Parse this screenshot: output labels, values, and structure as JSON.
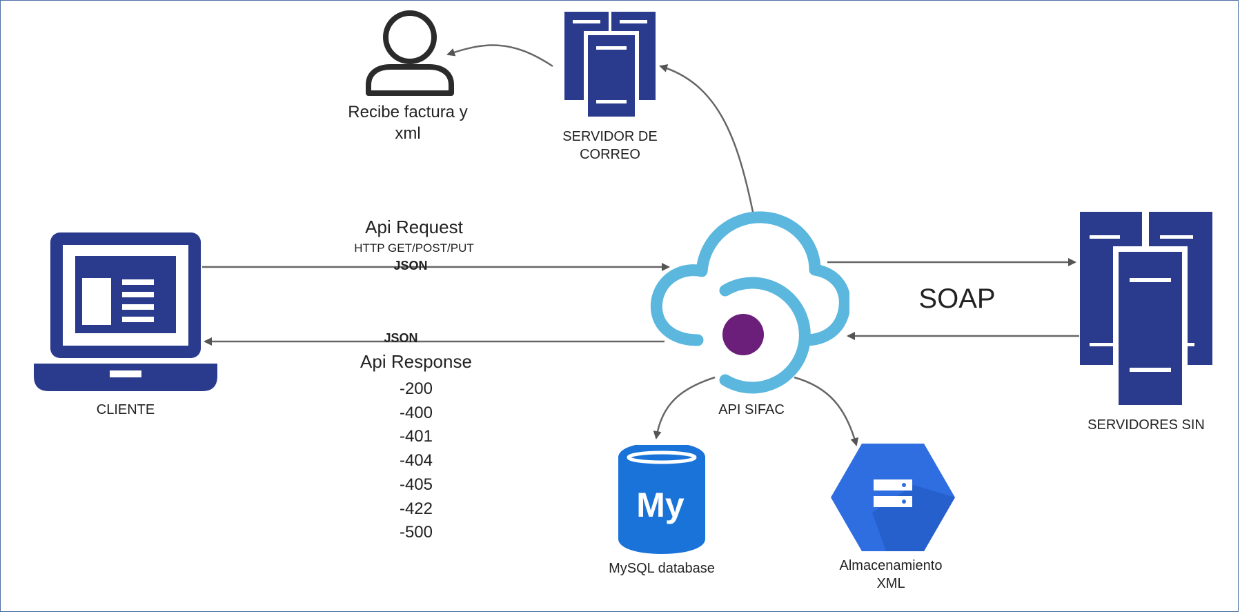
{
  "nodes": {
    "user": {
      "label_line1": "Recibe factura y",
      "label_line2": "xml",
      "icon": "user-icon"
    },
    "mail_server": {
      "label_line1": "SERVIDOR DE",
      "label_line2": "CORREO",
      "icon": "server-icon"
    },
    "client": {
      "label": "CLIENTE",
      "icon": "laptop-icon"
    },
    "api": {
      "label": "API SIFAC",
      "icon": "cloud-icon"
    },
    "sin_servers": {
      "label": "SERVIDORES SIN",
      "icon": "server-cluster-icon"
    },
    "mysql": {
      "label": "MySQL database",
      "icon": "mysql-icon",
      "logo_text": "My"
    },
    "xml_storage": {
      "label_line1": "Almacenamiento",
      "label_line2": "XML",
      "icon": "storage-icon"
    }
  },
  "edges": {
    "request": {
      "title": "Api Request",
      "methods": "HTTP GET/POST/PUT",
      "format": "JSON"
    },
    "response": {
      "format": "JSON",
      "title": "Api Response",
      "codes": [
        "-200",
        "-400",
        "-401",
        "-404",
        "-405",
        "-422",
        "-500"
      ]
    },
    "soap": {
      "label": "SOAP"
    }
  },
  "colors": {
    "navy": "#2a3a8c",
    "cloud": "#5bb7dd",
    "purple": "#6b1f7a",
    "mysql": "#1a73d8",
    "gcp": "#2f6ee0",
    "arrow": "#555555"
  }
}
